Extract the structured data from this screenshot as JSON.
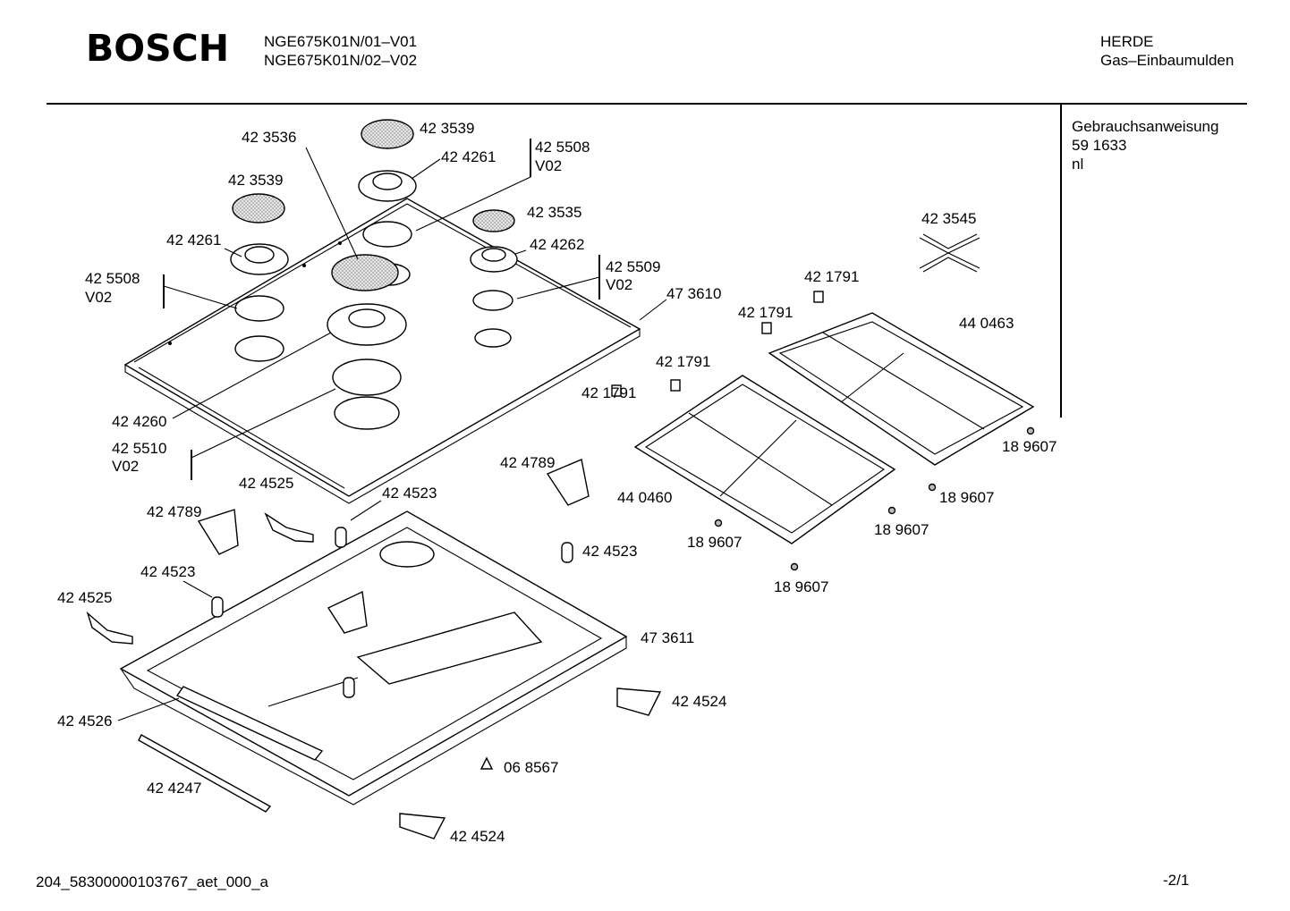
{
  "header": {
    "brand": "BOSCH",
    "model_1": "NGE675K01N/01–V01",
    "model_2": "NGE675K01N/02–V02",
    "category_1": "HERDE",
    "category_2": "Gas–Einbaumulden"
  },
  "documentation": {
    "title": "Gebrauchsanweisung",
    "number": "59 1633",
    "language": "nl"
  },
  "part_labels": {
    "p423536": "42 3536",
    "p423539_top": "42 3539",
    "p424261_top": "42 4261",
    "p425508_top": "42 5508",
    "v02_top": "V02",
    "p423539_left": "42 3539",
    "p424261_left": "42 4261",
    "p423535": "42 3535",
    "p424262": "42 4262",
    "p425509": "42 5509",
    "v02_mid": "V02",
    "p425508_left": "42 5508",
    "v02_left": "V02",
    "p473610": "47 3610",
    "p423545": "42 3545",
    "p421791_a": "42 1791",
    "p421791_b": "42 1791",
    "p440463": "44 0463",
    "p421791_c": "42 1791",
    "p421791_d": "42 1791",
    "p424260": "42 4260",
    "p425510": "42 5510",
    "v02_bottom": "V02",
    "p189607_a": "18 9607",
    "p424789_right": "42 4789",
    "p424525_top": "42 4525",
    "p424523_top": "42 4523",
    "p424789_left": "42 4789",
    "p440460": "44 0460",
    "p189607_b": "18 9607",
    "p424523_right": "42 4523",
    "p189607_c": "18 9607",
    "p189607_d": "18 9607",
    "p424523_left": "42 4523",
    "p424525_left": "42 4525",
    "p189607_e": "18 9607",
    "p473611": "47 3611",
    "p424524_right": "42 4524",
    "p424526": "42 4526",
    "p068567": "06 8567",
    "p424247": "42 4247",
    "p424524_bottom": "42 4524"
  },
  "footer": {
    "document_id": "204_58300000103767_aet_000_a",
    "page": "-2/1"
  }
}
